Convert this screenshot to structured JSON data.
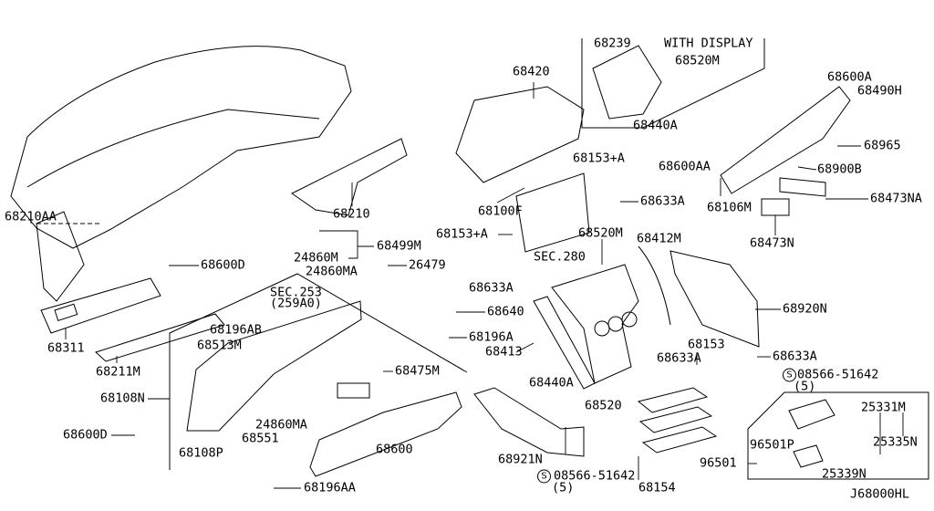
{
  "diagram_id": "J68000HL",
  "labels": [
    "68210AA",
    "68311",
    "68211M",
    "68600D",
    "68210",
    "68499M",
    "24860M",
    "24860MA",
    "26479",
    "SEC.253",
    "(259A0)",
    "68196AB",
    "68513M",
    "68108N",
    "68600D",
    "68108P",
    "24860MA",
    "68551",
    "68475M",
    "68600",
    "68196AA",
    "68640",
    "68196A",
    "68420",
    "68239",
    "WITH DISPLAY",
    "68520M",
    "68440A",
    "68153+A",
    "68100F",
    "68633A",
    "68153+A",
    "SEC.280",
    "68520M",
    "68412M",
    "68633A",
    "68413",
    "68440A",
    "68520",
    "68633A",
    "68153",
    "68633A",
    "08566-51642",
    "(5)",
    "68921N",
    "08566-51642",
    "(5)",
    "68154",
    "96501",
    "96501P",
    "25331M",
    "25335N",
    "25339N",
    "68920N",
    "68600A",
    "68490H",
    "68965",
    "68600AA",
    "68900B",
    "68106M",
    "68473NA",
    "68473N",
    "J68000HL"
  ],
  "screw_symbol": "S"
}
